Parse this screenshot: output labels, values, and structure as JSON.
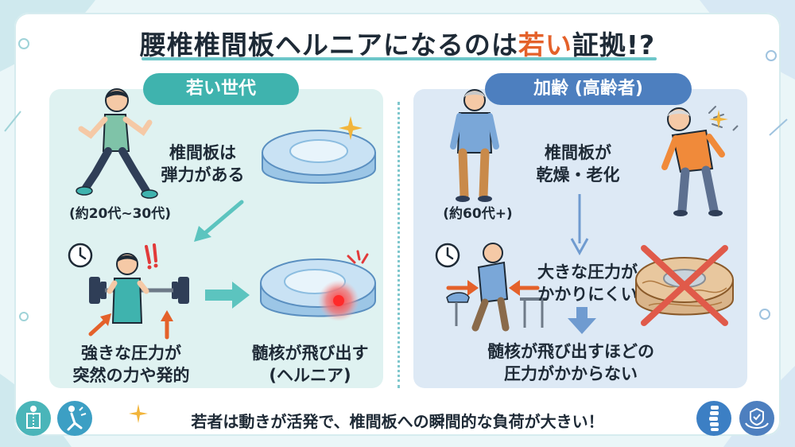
{
  "title": {
    "main": "腰椎椎間板ヘルニアになるのは",
    "highlight": "若い",
    "suffix": "証拠!?"
  },
  "young": {
    "header": "若い世代",
    "disc_line1": "椎間板は",
    "disc_line2": "弾力がある",
    "age": "(約20代~30代)",
    "force_line1": "強きな圧力が",
    "force_line2": "突然の力や発的",
    "result_line1": "髄核が飛び出す",
    "result_line2": "(ヘルニア)"
  },
  "elderly": {
    "header": "加齢 (高齢者)",
    "disc_line1": "椎間板が",
    "disc_line2": "乾燥・老化",
    "age": "(約60代+)",
    "force_line1": "大きな圧力が",
    "force_line2": "かかりにくい",
    "result_line1": "髄核が飛び出すほどの",
    "result_line2": "圧力がかからない"
  },
  "footer": "若者は動きが活発で、椎間板への瞬間的な負荷が大きい！",
  "icons": [
    "spine-person-icon",
    "back-pain-icon",
    "spine-icon",
    "care-hands-icon",
    "clock-icon",
    "sparkle-icon"
  ],
  "colors": {
    "teal": "#3fb3ae",
    "blue": "#4d7fbf",
    "orange": "#e4612a",
    "red": "#e23a3a"
  }
}
